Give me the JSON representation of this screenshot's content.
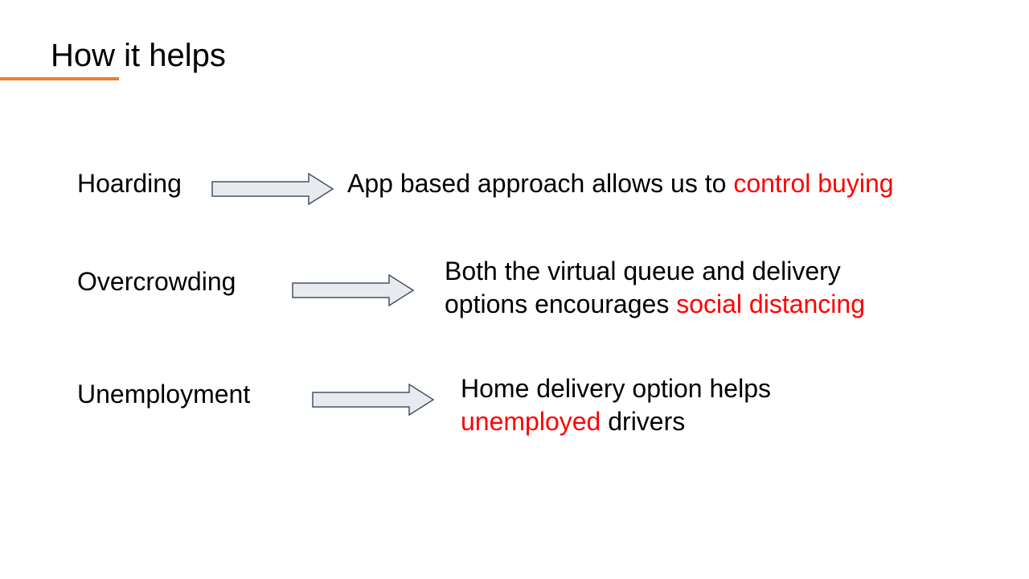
{
  "slide": {
    "title": "How it helps",
    "background_color": "#FFFFFF",
    "text_color": "#000000",
    "highlight_color": "#FF0000",
    "accent_underline_color": "#ED7D31",
    "arrow": {
      "icon": "right-arrow-icon",
      "fill": "#E9EAED",
      "stroke": "#44546A"
    }
  },
  "rows": [
    {
      "label": "Hoarding",
      "lines": [
        {
          "parts": [
            {
              "text": "App based approach allows us to ",
              "highlight": false
            },
            {
              "text": "control buying",
              "highlight": true
            }
          ]
        }
      ]
    },
    {
      "label": "Overcrowding",
      "lines": [
        {
          "parts": [
            {
              "text": "Both the virtual queue and delivery",
              "highlight": false
            }
          ]
        },
        {
          "parts": [
            {
              "text": "options encourages ",
              "highlight": false
            },
            {
              "text": "social distancing",
              "highlight": true
            }
          ]
        }
      ]
    },
    {
      "label": "Unemployment",
      "lines": [
        {
          "parts": [
            {
              "text": "Home delivery option helps",
              "highlight": false
            }
          ]
        },
        {
          "parts": [
            {
              "text": "unemployed",
              "highlight": true
            },
            {
              "text": " drivers",
              "highlight": false
            }
          ]
        }
      ]
    }
  ]
}
